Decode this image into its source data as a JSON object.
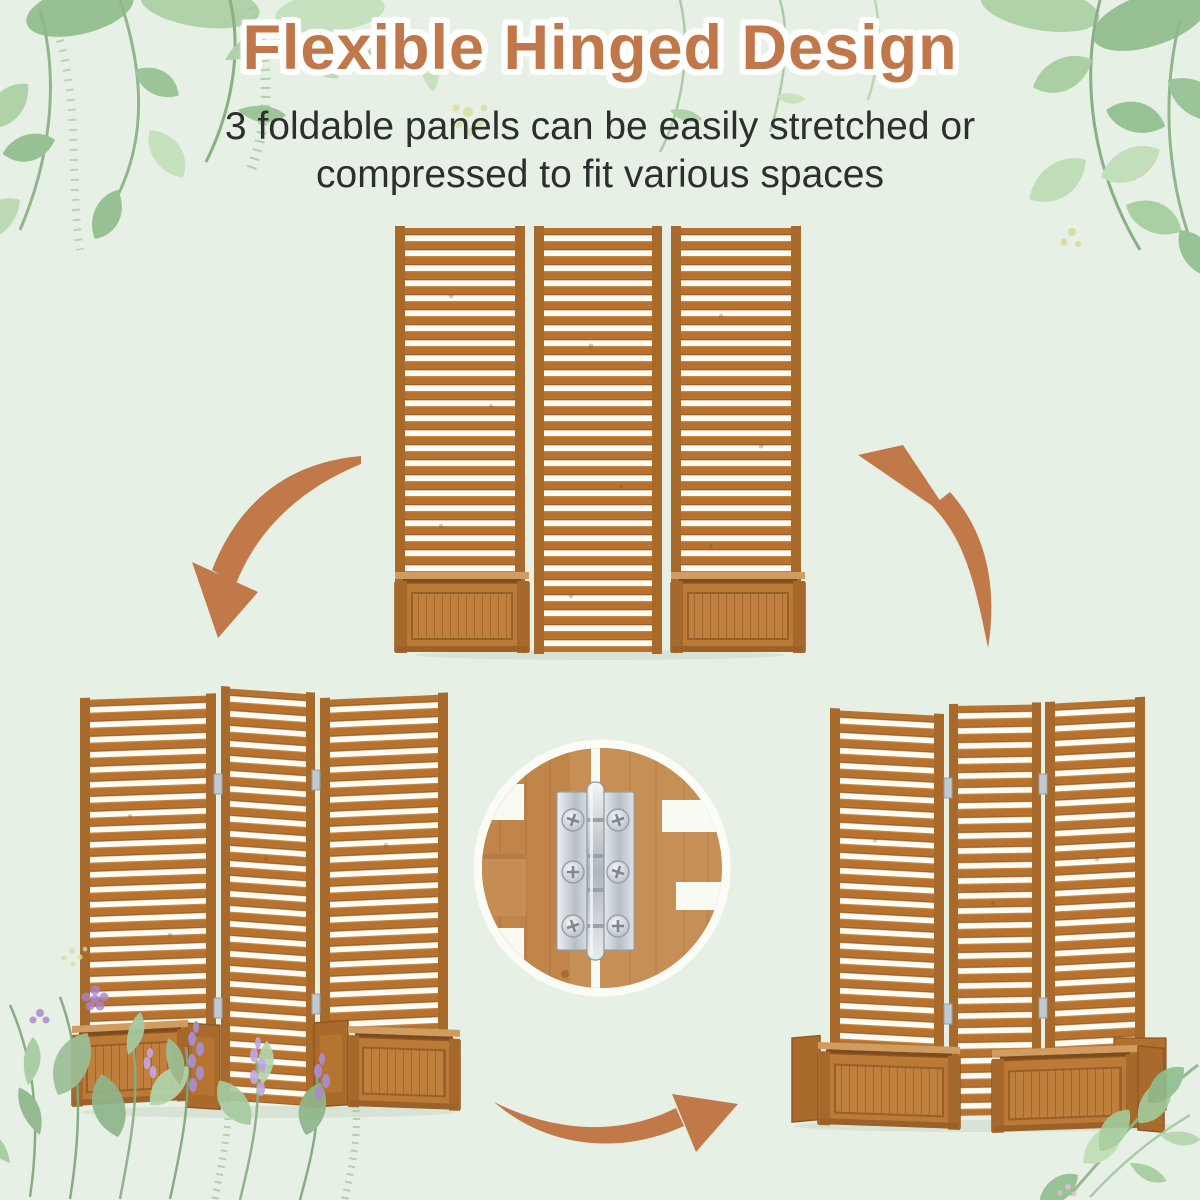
{
  "header": {
    "title": "Flexible Hinged Design",
    "subtitle_line1": "3 foldable panels can be easily stretched or",
    "subtitle_line2": "compressed to fit various spaces"
  },
  "figures": {
    "top_figure": "three-panel-screen-stretched-flat-with-two-planters",
    "bottom_left_figure": "three-panel-screen-zigzag-folded",
    "bottom_right_figure": "three-panel-screen-corner-folded",
    "center_inset": "metal-hinge-closeup"
  },
  "icons": {
    "arrow_left": "curved-arrow-down-left",
    "arrow_right": "curved-arrow-up-left",
    "arrow_bottom": "curved-arrow-up-right"
  },
  "colors": {
    "background": "#E7F0E4",
    "accent_orange": "#C0784A",
    "subtitle_text": "#2C2F2D",
    "wood_slat": "#B8722F",
    "wood_dark": "#8F5722",
    "planter_face": "#BC7A36",
    "metal_hinge": "#C9D0D6",
    "white_outline": "#FFFFFF",
    "greenery": "#9CC49A",
    "lavender": "#A98FD2"
  }
}
